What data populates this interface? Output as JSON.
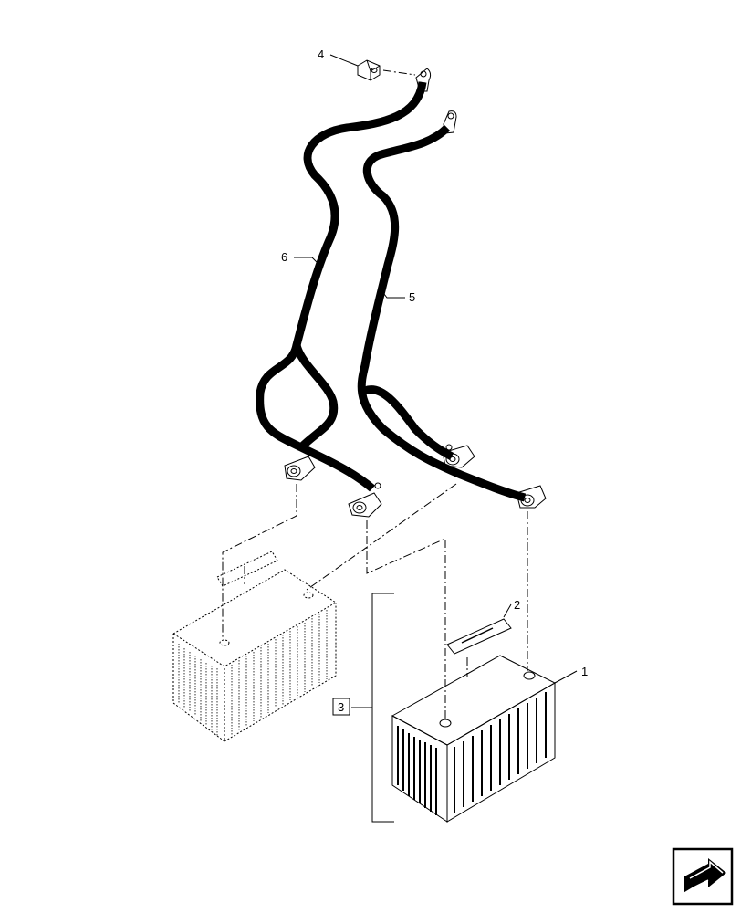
{
  "callouts": {
    "item_1": "1",
    "item_2": "2",
    "item_3": "3",
    "item_4": "4",
    "item_5": "5",
    "item_6": "6"
  },
  "icons": {
    "nav": "next-page-arrow-icon"
  }
}
